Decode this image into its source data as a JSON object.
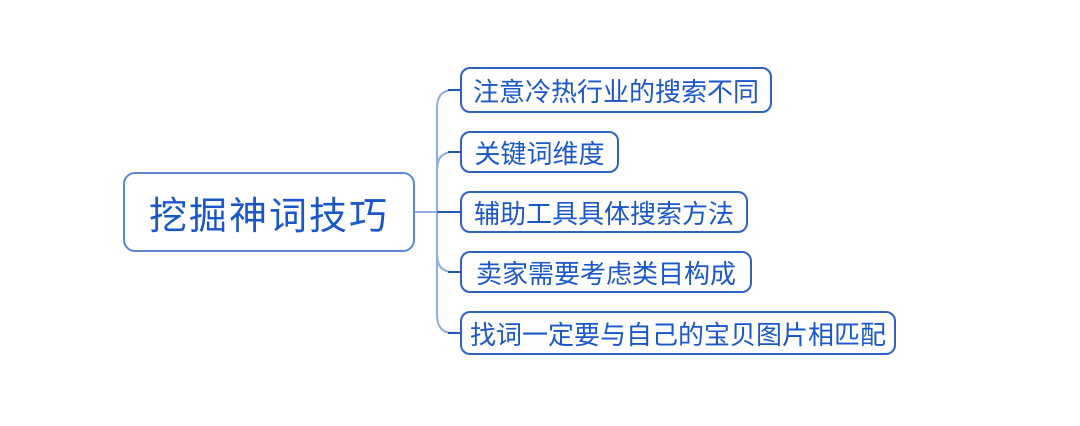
{
  "diagram": {
    "type": "mindmap",
    "root": {
      "label": "挖掘神词技巧"
    },
    "children": [
      {
        "label": "注意冷热行业的搜索不同"
      },
      {
        "label": "关键词维度"
      },
      {
        "label": "辅助工具具体搜索方法"
      },
      {
        "label": "卖家需要考虑类目构成"
      },
      {
        "label": "找词一定要与自己的宝贝图片相匹配"
      }
    ]
  },
  "colors": {
    "canvas_bg": "#ffffff",
    "text": "#1b57c8",
    "root_border": "#5b87d2",
    "child_border": "#2f62c4",
    "branch_light": "#8fadde",
    "branch_dark": "#2359b6"
  }
}
